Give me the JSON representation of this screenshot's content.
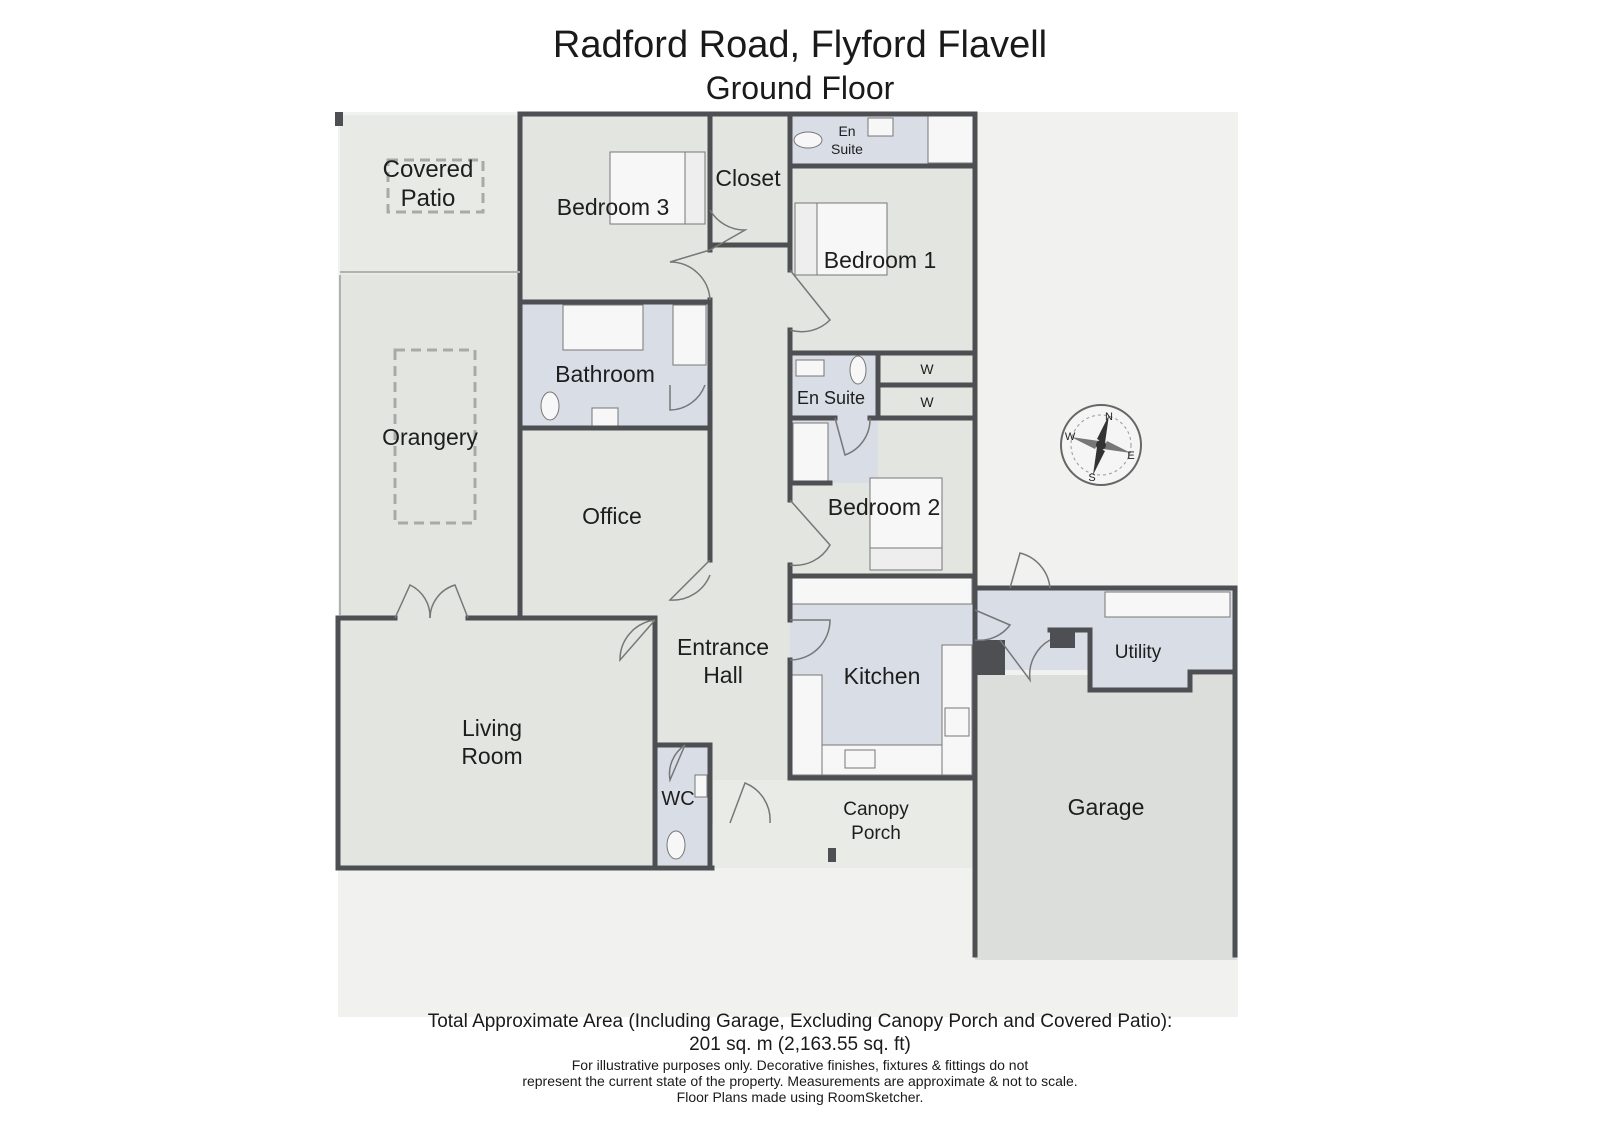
{
  "title": "Radford Road, Flyford Flavell",
  "subtitle": "Ground Floor",
  "rooms": {
    "covered_patio": [
      "Covered",
      "Patio"
    ],
    "bedroom3": "Bedroom 3",
    "closet": "Closet",
    "en_suite_top": [
      "En",
      "Suite"
    ],
    "bedroom1": "Bedroom 1",
    "bathroom": "Bathroom",
    "en_suite": "En Suite",
    "w1": "W",
    "w2": "W",
    "orangery": "Orangery",
    "office": "Office",
    "bedroom2": "Bedroom 2",
    "entrance_hall": [
      "Entrance",
      "Hall"
    ],
    "kitchen": "Kitchen",
    "utility": "Utility",
    "living_room": [
      "Living",
      "Room"
    ],
    "wc": "WC",
    "canopy_porch": [
      "Canopy",
      "Porch"
    ],
    "garage": "Garage"
  },
  "compass": {
    "n": "N",
    "e": "E",
    "s": "S",
    "w": "W"
  },
  "footer": {
    "area_line": "Total Approximate Area (Including Garage, Excluding Canopy Porch and Covered Patio):",
    "area_value": "201 sq. m (2,163.55 sq. ft)",
    "disclaimer1": "For illustrative purposes only. Decorative finishes, fixtures & fittings do not",
    "disclaimer2": "represent the current state of the property. Measurements are approximate & not to scale.",
    "credit": "Floor Plans made using RoomSketcher."
  },
  "colors": {
    "wall": "#4d4f53",
    "floor": "#e4e6e1",
    "wet_room": "#d9dee6",
    "outdoor": "#eef0ec"
  }
}
